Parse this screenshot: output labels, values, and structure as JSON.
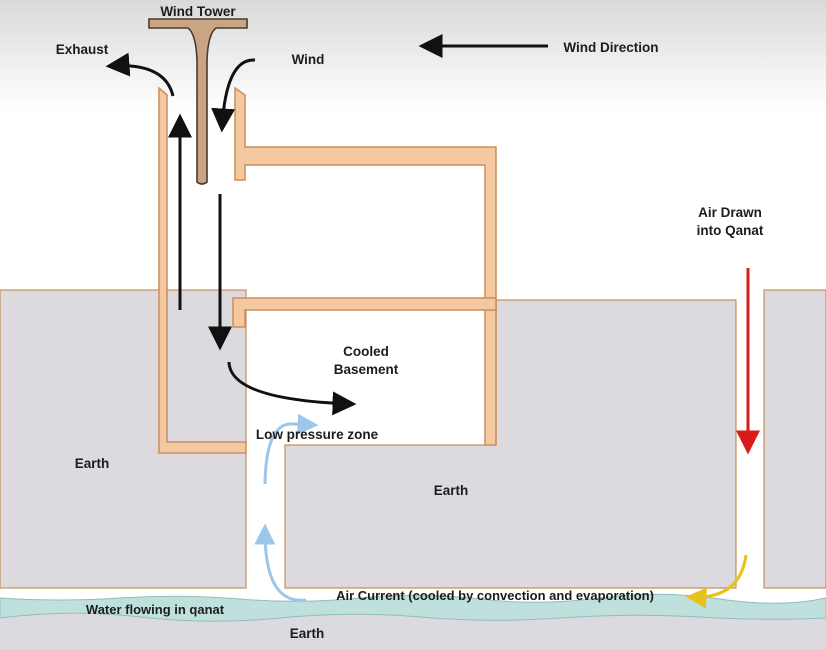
{
  "labels": {
    "wind_tower": "Wind Tower",
    "exhaust": "Exhaust",
    "wind": "Wind",
    "wind_direction": "Wind Direction",
    "air_drawn_line1": "Air Drawn",
    "air_drawn_line2": "into Qanat",
    "cooled_line1": "Cooled",
    "cooled_line2": "Basement",
    "low_pressure": "Low pressure zone",
    "earth_left": "Earth",
    "earth_center": "Earth",
    "earth_bottom": "Earth",
    "air_current": "Air Current (cooled by convection and evaporation)",
    "water": "Water flowing in qanat"
  },
  "colors": {
    "wall_fill": "#f4c9a2",
    "wall_stroke": "#c98f5a",
    "tower_cap": "#c9a586",
    "earth_fill": "#dcdadf",
    "water_fill": "#bfe0dc",
    "arrow_black": "#111111",
    "arrow_red": "#d81c1c",
    "arrow_blue": "#9cc7ea",
    "arrow_yellow": "#e6c21c"
  }
}
